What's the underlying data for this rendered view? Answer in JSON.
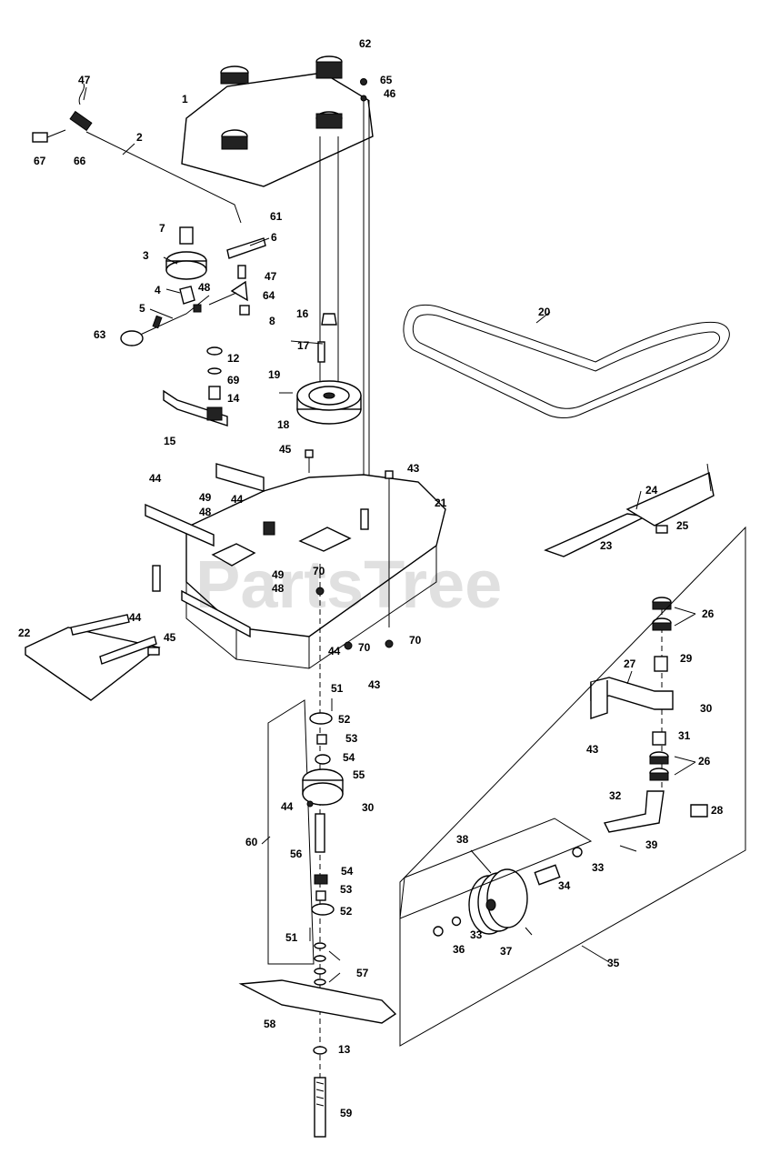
{
  "watermark": "PartsTree",
  "callouts": [
    "1",
    "2",
    "3",
    "4",
    "5",
    "6",
    "7",
    "8",
    "12",
    "13",
    "14",
    "15",
    "16",
    "17",
    "18",
    "19",
    "20",
    "21",
    "22",
    "23",
    "24",
    "25",
    "26",
    "26",
    "27",
    "28",
    "29",
    "30",
    "30",
    "31",
    "32",
    "33",
    "33",
    "34",
    "35",
    "36",
    "37",
    "38",
    "39",
    "43",
    "43",
    "43",
    "44",
    "44",
    "44",
    "44",
    "44",
    "45",
    "45",
    "46",
    "47",
    "47",
    "48",
    "48",
    "48",
    "49",
    "49",
    "51",
    "51",
    "52",
    "52",
    "53",
    "53",
    "54",
    "54",
    "55",
    "56",
    "57",
    "58",
    "59",
    "60",
    "61",
    "62",
    "63",
    "64",
    "65",
    "66",
    "67",
    "69",
    "70",
    "70",
    "70"
  ]
}
